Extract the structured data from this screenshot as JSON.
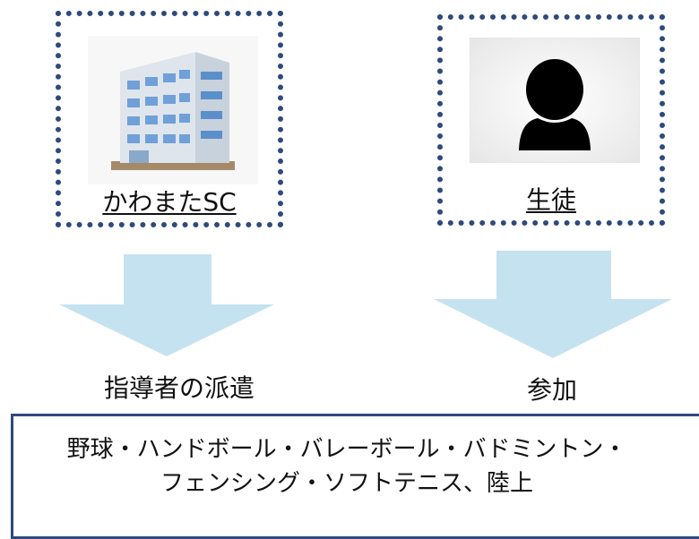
{
  "organization": {
    "caption": "かわまたSC",
    "icon": "office-building-icon"
  },
  "participant": {
    "caption": "生徒",
    "icon": "person-silhouette-icon"
  },
  "flows": {
    "left_label": "指導者の派遣",
    "right_label": "参加",
    "arrow_color": "#c5e2f0"
  },
  "sports": {
    "line1": "野球・ハンドボール・バレーボール・バドミントン・",
    "line2": "フェンシング・ソフトテニス、陸上"
  },
  "colors": {
    "box_border": "#2e4a7d",
    "arrow": "#c5e2f0"
  }
}
